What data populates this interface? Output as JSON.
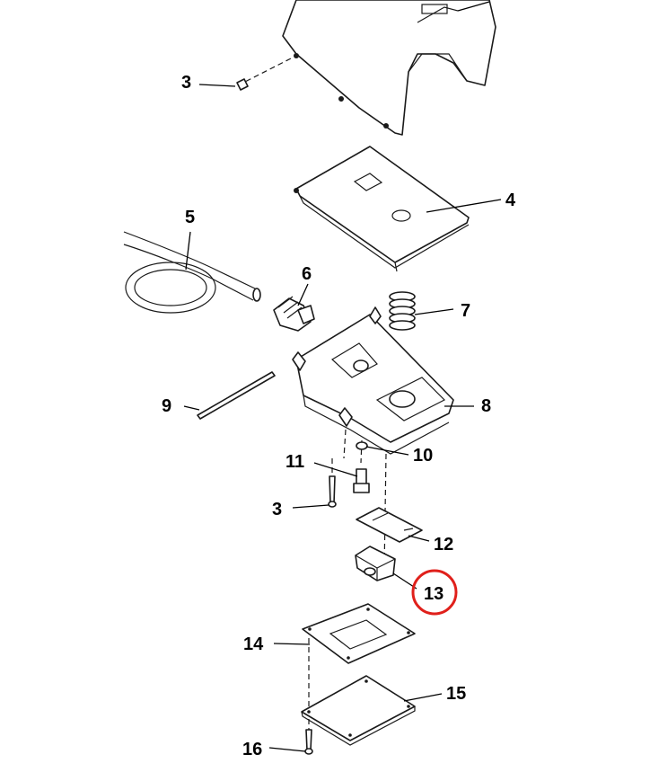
{
  "callouts": {
    "c1": "3",
    "c2": "4",
    "c3": "5",
    "c4": "6",
    "c5": "7",
    "c6": "8",
    "c7": "9",
    "c8": "10",
    "c9": "11",
    "c10": "3",
    "c11": "12",
    "c12": "13",
    "c13": "14",
    "c14": "15",
    "c15": "16"
  },
  "highlight": {
    "target": "13",
    "color": "#e0201b"
  }
}
